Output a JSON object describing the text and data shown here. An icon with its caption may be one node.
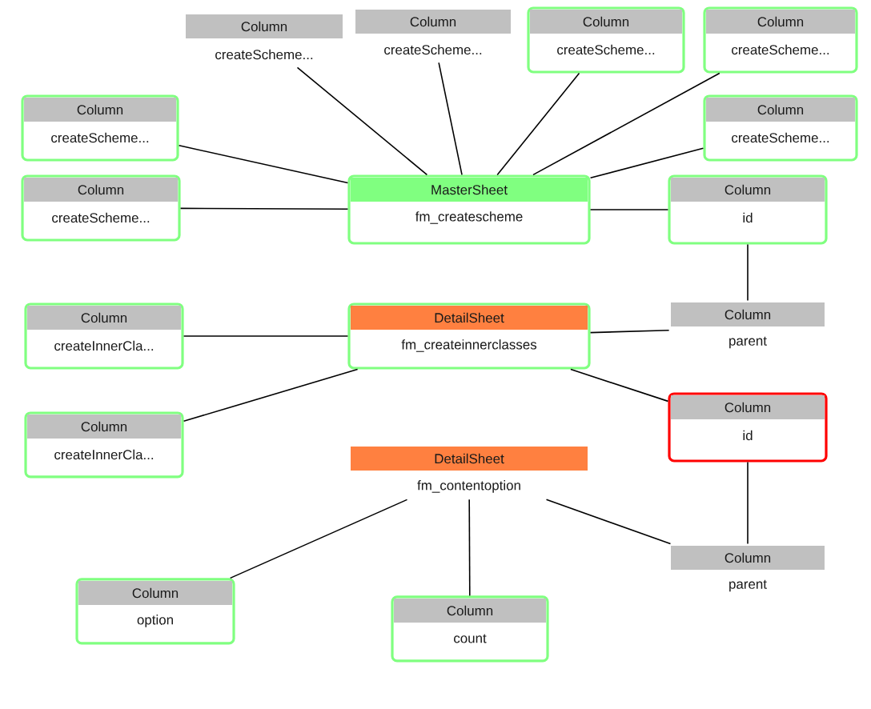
{
  "diagram": {
    "nodes": [
      {
        "text": [
          "Column",
          "createScheme..."
        ]
      },
      {
        "text": [
          "Column",
          "createScheme..."
        ]
      },
      {
        "text": [
          "Column",
          "createScheme..."
        ]
      },
      {
        "text": [
          "Column",
          "createScheme..."
        ]
      },
      {
        "text": [
          "Column",
          "createScheme..."
        ]
      },
      {
        "text": [
          "Column",
          "createScheme..."
        ]
      },
      {
        "text": [
          "Column",
          "createScheme..."
        ]
      },
      {
        "text": [
          "MasterSheet",
          "fm_createscheme"
        ]
      },
      {
        "text": [
          "Column",
          "id"
        ]
      },
      {
        "text": [
          "Column",
          "createInnerCla..."
        ]
      },
      {
        "text": [
          "DetailSheet",
          "fm_createinnerclasses"
        ]
      },
      {
        "text": [
          "Column",
          "parent"
        ]
      },
      {
        "text": [
          "Column",
          "createInnerCla..."
        ]
      },
      {
        "text": [
          "Column",
          "id"
        ]
      },
      {
        "text": [
          "DetailSheet",
          "fm_contentoption"
        ]
      },
      {
        "text": [
          "Column",
          "parent"
        ]
      },
      {
        "text": [
          "Column",
          "option"
        ]
      },
      {
        "text": [
          "Column",
          "count"
        ]
      }
    ],
    "edges": [
      {
        "from": 7,
        "to": 0,
        "arrow": "none"
      },
      {
        "from": 7,
        "to": 1,
        "arrow": "none"
      },
      {
        "from": 7,
        "to": 2,
        "arrow": "none"
      },
      {
        "from": 7,
        "to": 3,
        "arrow": "none"
      },
      {
        "from": 7,
        "to": 4,
        "arrow": "none"
      },
      {
        "from": 7,
        "to": 5,
        "arrow": "none"
      },
      {
        "from": 7,
        "to": 6,
        "arrow": "none"
      },
      {
        "from": 7,
        "to": 8,
        "arrow": "none"
      },
      {
        "from": 8,
        "to": 11,
        "arrow": "none"
      },
      {
        "from": 10,
        "to": 9,
        "arrow": "none"
      },
      {
        "from": 10,
        "to": 11,
        "arrow": "none"
      },
      {
        "from": 10,
        "to": 12,
        "arrow": "none"
      },
      {
        "from": 10,
        "to": 13,
        "arrow": "none"
      },
      {
        "from": 13,
        "to": 15,
        "arrow": "none"
      },
      {
        "from": 14,
        "to": 16,
        "arrow": "none"
      },
      {
        "from": 14,
        "to": 17,
        "arrow": "none"
      },
      {
        "from": 14,
        "to": 15,
        "arrow": "none"
      }
    ]
  }
}
